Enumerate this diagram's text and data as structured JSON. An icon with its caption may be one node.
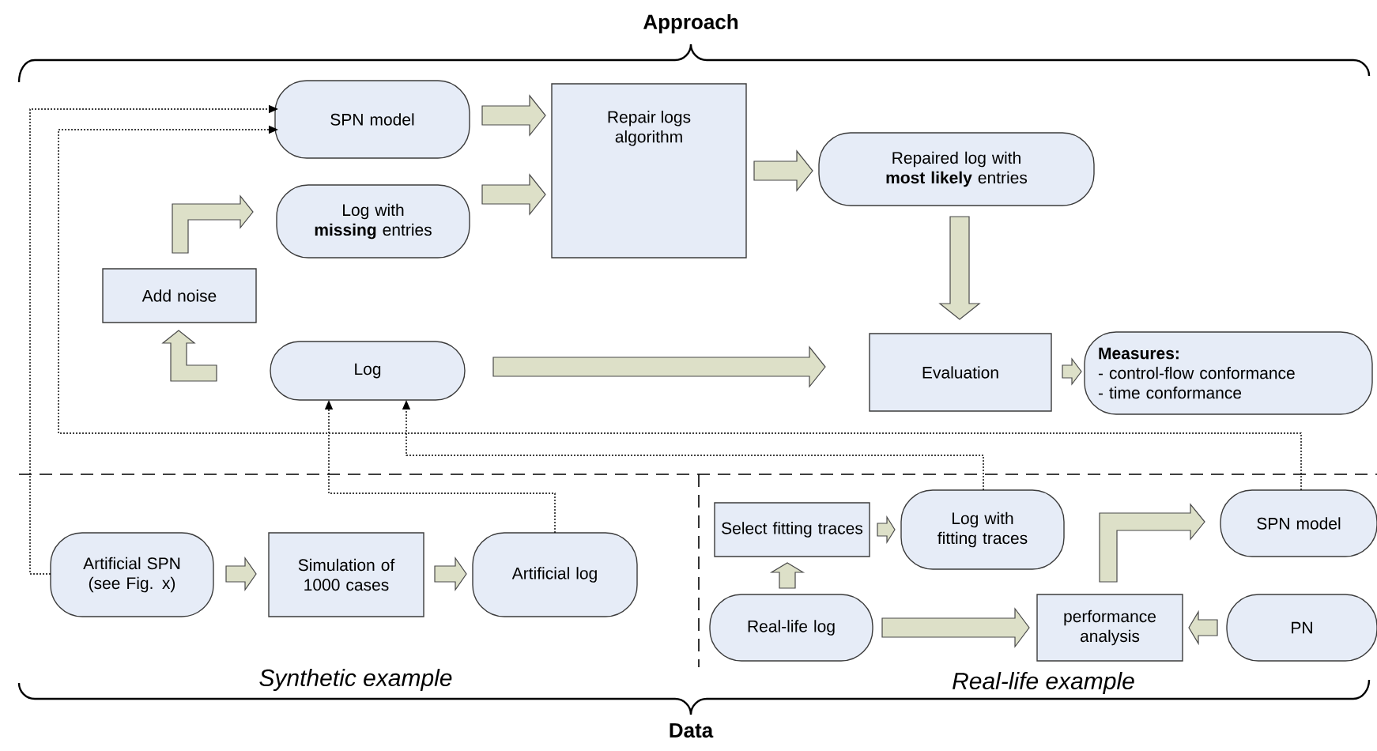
{
  "diagram": {
    "nodes": [
      {
        "text": [
          "SPN model"
        ]
      },
      {
        "text": [
          "Repair logs algorithm"
        ]
      },
      {
        "text": [
          "Log with **missing** entries"
        ]
      },
      {
        "text": [
          "Repaired log with **most likely** entries"
        ]
      },
      {
        "text": [
          "Add noise"
        ]
      },
      {
        "text": [
          "Log"
        ]
      },
      {
        "text": [
          "Evaluation"
        ]
      },
      {
        "text": [
          "Measures:",
          "- control-flow conformance",
          "- time conformance"
        ]
      },
      {
        "text": [
          "Artificial SPN (see Fig. x)"
        ]
      },
      {
        "text": [
          "Simulation of 1000 cases"
        ]
      },
      {
        "text": [
          "Artificial log"
        ]
      },
      {
        "text": [
          "Select fitting traces"
        ]
      },
      {
        "text": [
          "Log with fitting traces"
        ]
      },
      {
        "text": [
          "SPN model"
        ]
      },
      {
        "text": [
          "Real-life log"
        ]
      },
      {
        "text": [
          "performance analysis"
        ]
      },
      {
        "text": [
          "PN"
        ]
      }
    ],
    "edges": [
      {
        "from": 0,
        "to": 1,
        "arrow": "to"
      },
      {
        "from": 2,
        "to": 1,
        "arrow": "to"
      },
      {
        "from": 1,
        "to": 3,
        "arrow": "to"
      },
      {
        "from": 3,
        "to": 6,
        "arrow": "to"
      },
      {
        "from": 5,
        "to": 6,
        "arrow": "to"
      },
      {
        "from": 6,
        "to": 7,
        "arrow": "to"
      },
      {
        "from": 4,
        "to": 2,
        "arrow": "to"
      },
      {
        "from": 5,
        "to": 4,
        "arrow": "to"
      },
      {
        "from": 8,
        "to": 9,
        "arrow": "to"
      },
      {
        "from": 9,
        "to": 10,
        "arrow": "to"
      },
      {
        "from": 14,
        "to": 11,
        "arrow": "to"
      },
      {
        "from": 11,
        "to": 12,
        "arrow": "to"
      },
      {
        "from": 14,
        "to": 15,
        "arrow": "to"
      },
      {
        "from": 16,
        "to": 15,
        "arrow": "to"
      },
      {
        "from": 15,
        "to": 13,
        "arrow": "to"
      },
      {
        "from": 8,
        "to": 0,
        "arrow": "to",
        "style": "dashed"
      },
      {
        "from": 13,
        "to": 0,
        "arrow": "to",
        "style": "dashed"
      },
      {
        "from": 10,
        "to": 5,
        "arrow": "to",
        "style": "dashed"
      },
      {
        "from": 12,
        "to": 5,
        "arrow": "to",
        "style": "dashed"
      }
    ],
    "labels": [
      "Approach",
      "Synthetic example",
      "Real-life example",
      "Data"
    ]
  }
}
